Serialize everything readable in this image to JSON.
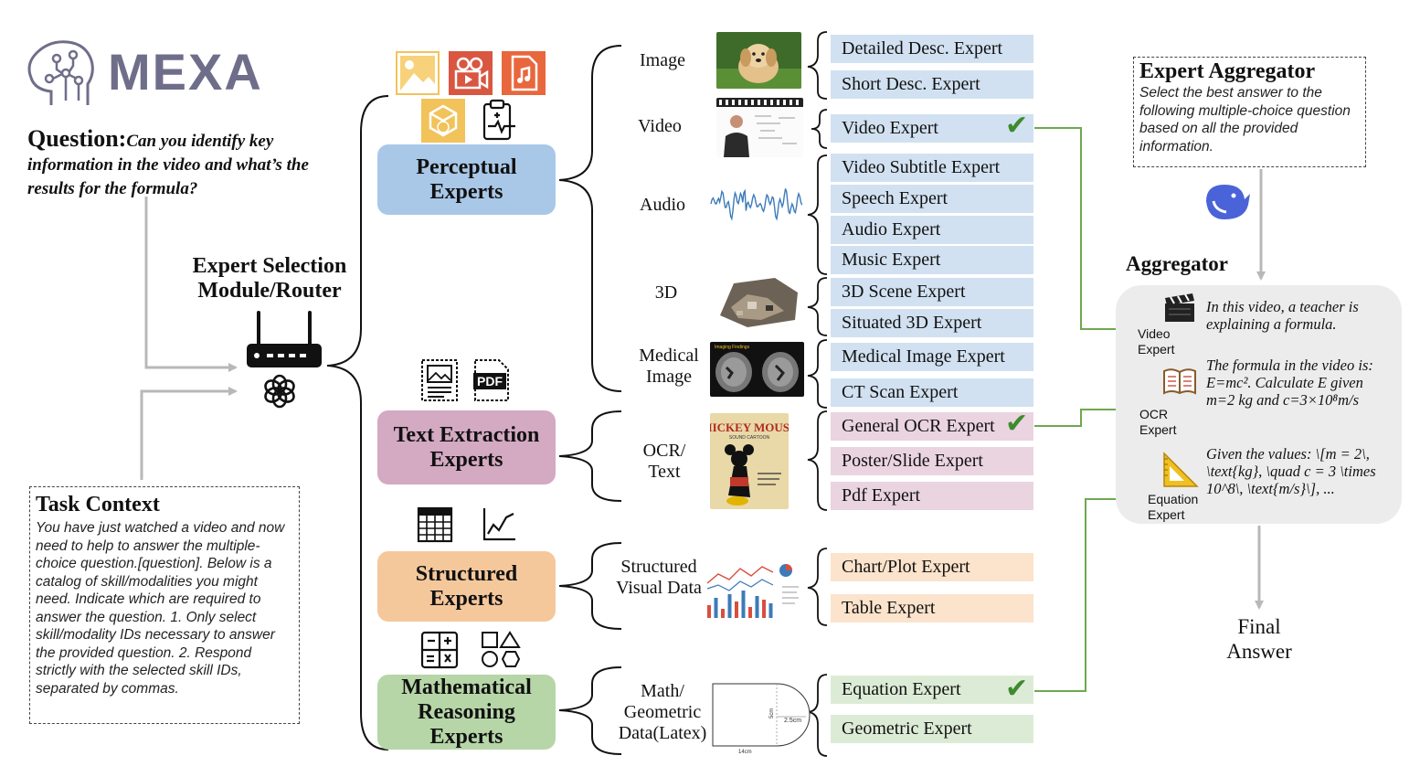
{
  "logo": {
    "text": "MEXA"
  },
  "question": {
    "label": "Question:",
    "text": "Can you identify key information in the video and what’s the results for the formula?"
  },
  "router": {
    "title": "Expert Selection Module/Router"
  },
  "task_context": {
    "title": "Task Context",
    "text": "You have just watched a video and now need to help to answer the multiple-choice question.[question]. Below is a catalog of skill/modalities you might need. Indicate which are required to answer the question. 1. Only select skill/modality IDs necessary to answer the provided question. 2. Respond strictly with the selected skill IDs, separated by commas."
  },
  "categories": {
    "perceptual": "Perceptual Experts",
    "text_extraction": "Text Extraction Experts",
    "structured": "Structured Experts",
    "math": "Mathematical Reasoning Experts"
  },
  "modalities": {
    "image": "Image",
    "video": "Video",
    "audio": "Audio",
    "3d": "3D",
    "medical": "Medical Image",
    "ocr": "OCR/ Text",
    "structured": "Structured Visual Data",
    "math": "Math/ Geometric Data(Latex)"
  },
  "experts": {
    "detailed_desc": "Detailed Desc. Expert",
    "short_desc": "Short Desc. Expert",
    "video": "Video Expert",
    "video_subtitle": "Video Subtitle Expert",
    "speech": "Speech Expert",
    "audio": "Audio Expert",
    "music": "Music Expert",
    "scene3d": "3D Scene Expert",
    "situated3d": "Situated 3D Expert",
    "medical_image": "Medical Image Expert",
    "ct_scan": "CT Scan Expert",
    "general_ocr": "General OCR Expert",
    "poster_slide": "Poster/Slide Expert",
    "pdf": "Pdf Expert",
    "chart_plot": "Chart/Plot Expert",
    "table": "Table Expert",
    "equation": "Equation Expert",
    "geometric": "Geometric Expert"
  },
  "thumbnails": {
    "poster_title": "MICKEY MOUSE",
    "poster_sub": "SOUND CARTOON",
    "mri_caption": "Imaging Findings",
    "geo_dim1": "5cm",
    "geo_dim2": "2.5cm",
    "geo_dim3": "14cm"
  },
  "expert_aggregator": {
    "title": "Expert Aggregator",
    "text": "Select the best answer to the following multiple-choice question based on all the provided information."
  },
  "aggregator": {
    "label": "Aggregator",
    "video_label": "Video Expert",
    "video_text": "In this video, a teacher is explaining a formula.",
    "ocr_label": "OCR Expert",
    "ocr_line1": "The formula in the video is:",
    "ocr_line2": "E=mc². Calculate E given",
    "ocr_line3": "m=2 kg and c=3×10⁸m/s",
    "eq_label": "Equation Expert",
    "eq_text": "Given the values: \\[m = 2\\, \\text{kg}, \\quad c = 3 \\times 10^8\\, \\text{m/s}\\], ..."
  },
  "final_answer": "Final Answer",
  "colors": {
    "perceptual": "#a9c8e8",
    "text_extraction": "#d4a9c2",
    "structured": "#f5c89c",
    "math": "#b6d6a8",
    "arrow_green": "#6ea84f",
    "arrow_gray": "#b8b8b8"
  }
}
